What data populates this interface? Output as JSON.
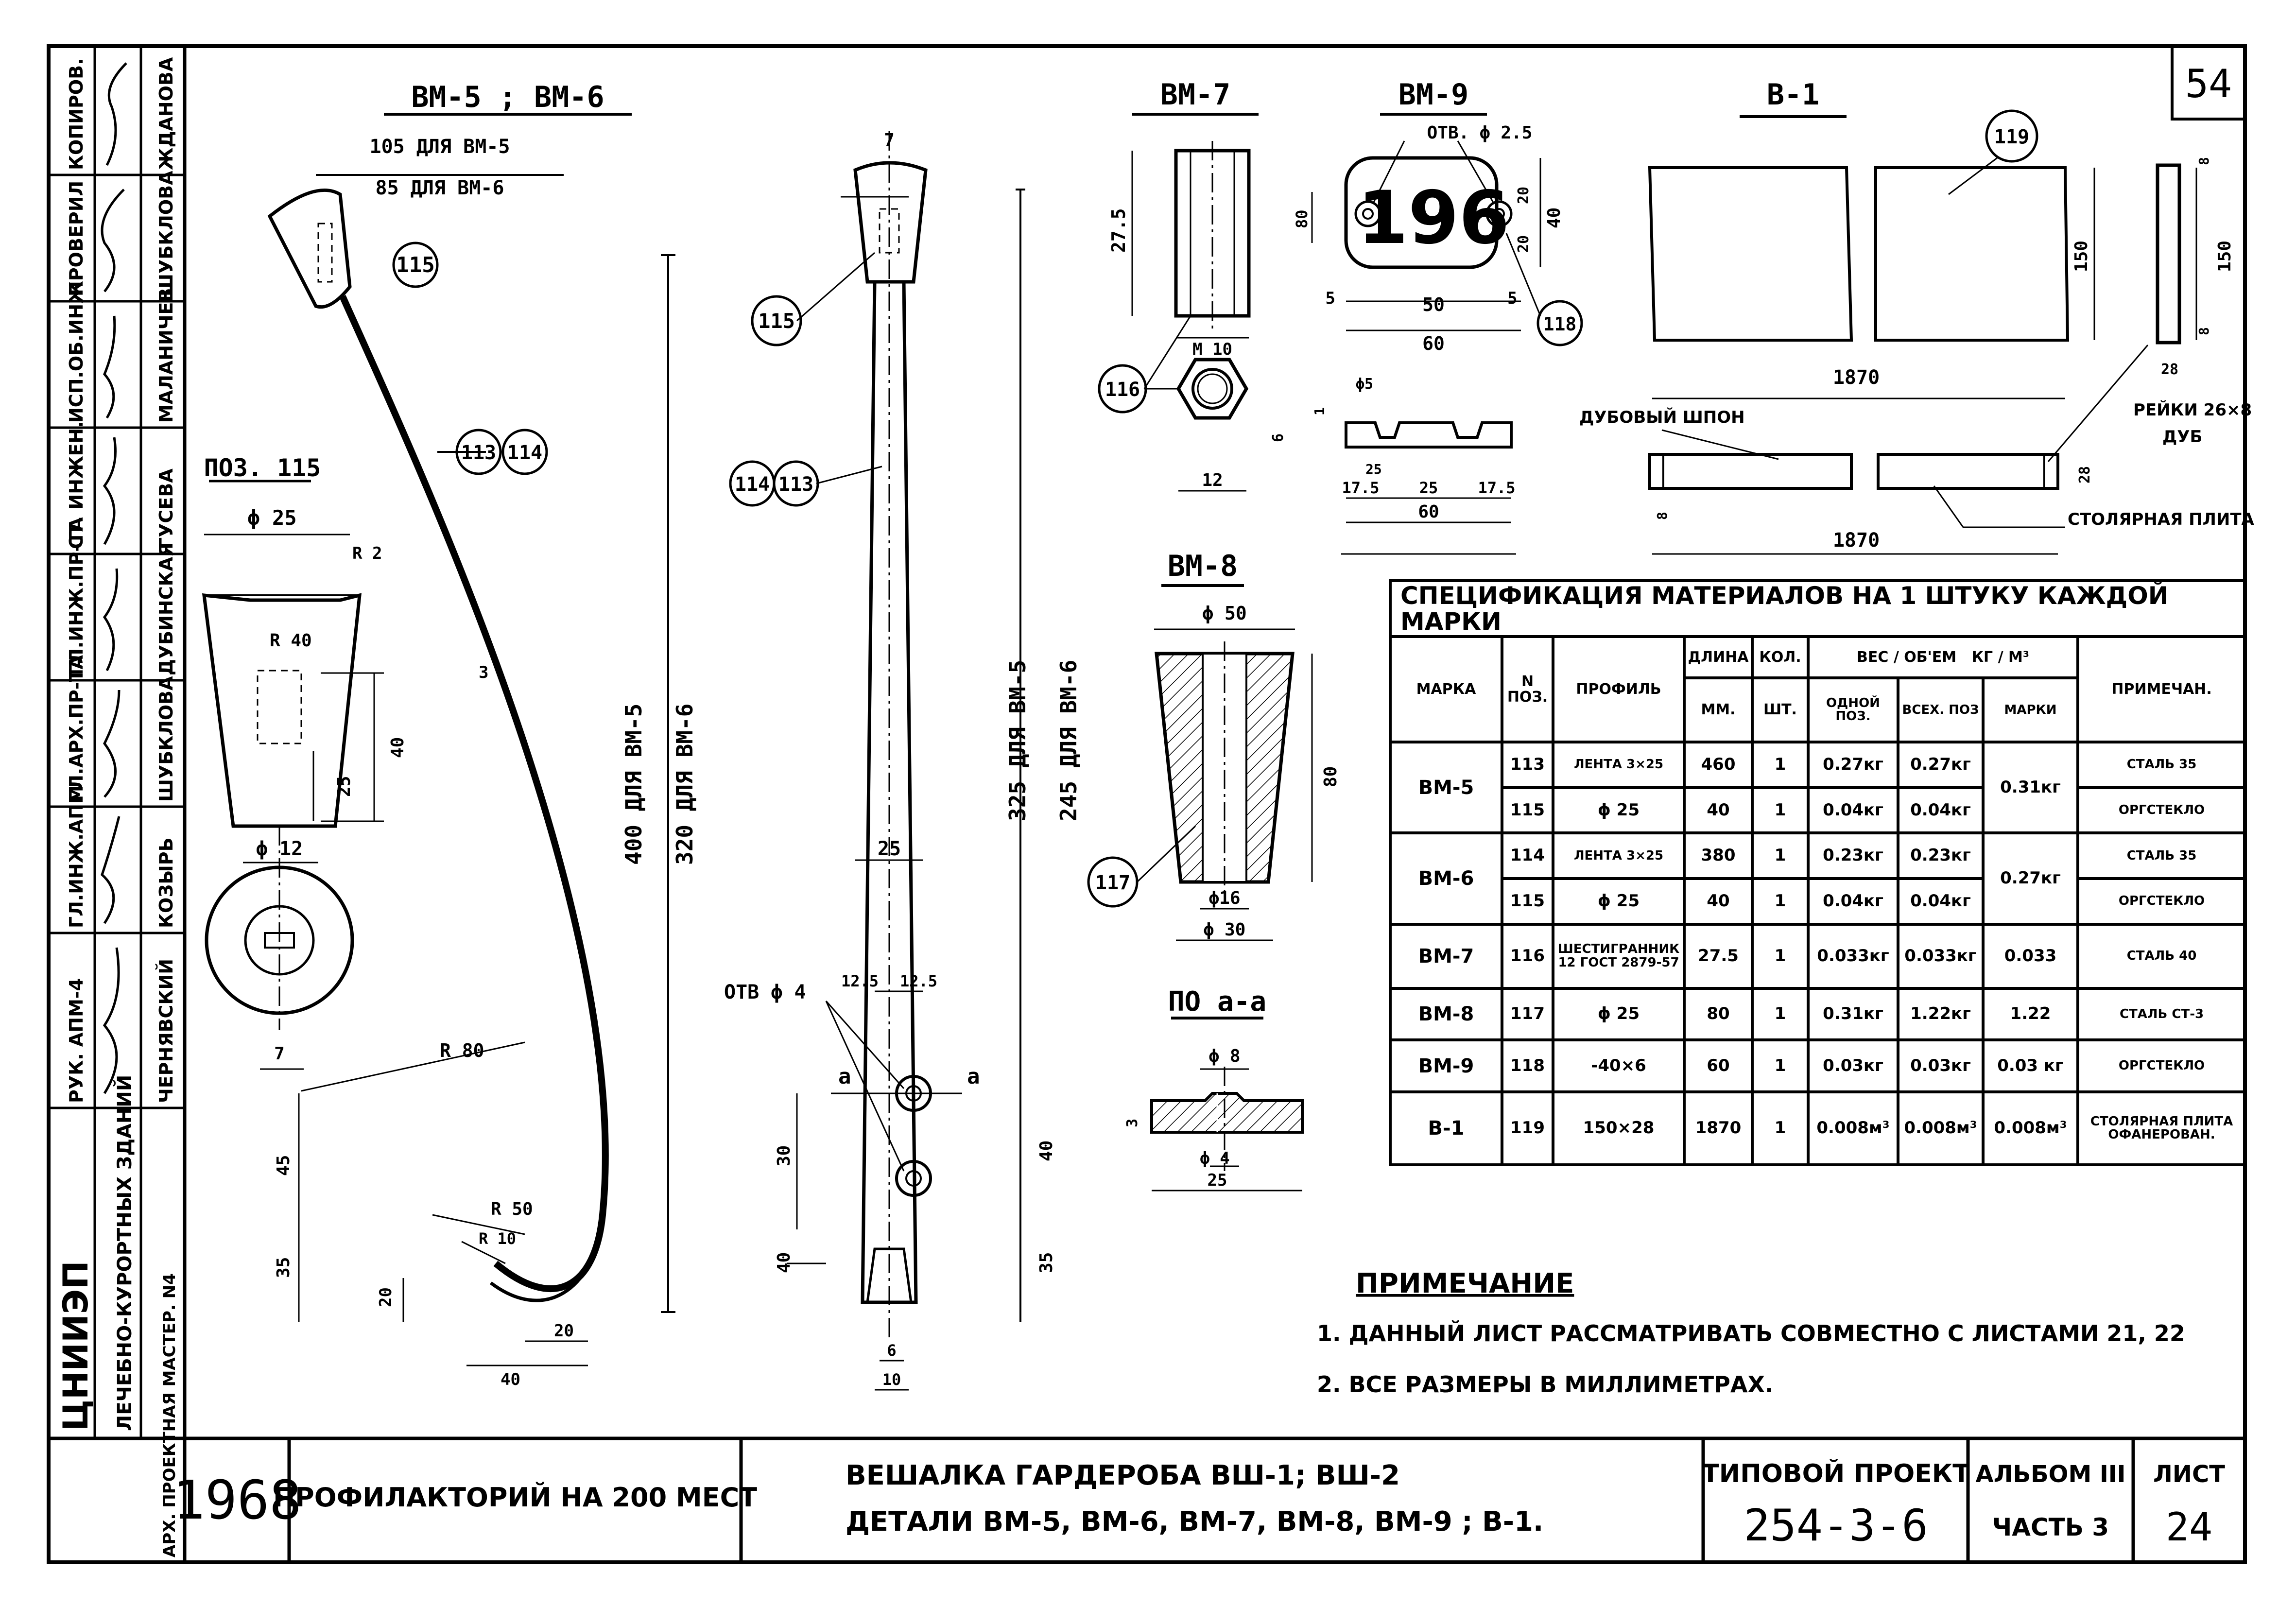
{
  "sheet": {
    "sheet_number_top": "54",
    "title_block": {
      "org_logo": "ЦНИИЭП",
      "org_name": "ЛЕЧЕБНО-КУРОРТНЫХ ЗДАНИЙ",
      "workshop": "АРХ. ПРОЕКТНАЯ МАСТЕР. N4",
      "year": "1968",
      "project": "ПРОФИЛАКТОРИЙ НА 200 МЕСТ",
      "drawing_title_1": "ВЕШАЛКА ГАРДЕРОБА  ВШ-1; ВШ-2",
      "drawing_title_2": "ДЕТАЛИ   ВМ-5, ВМ-6, ВМ-7, ВМ-8, ВМ-9 ; В-1.",
      "typical_project_label": "ТИПОВОЙ ПРОЕКТ",
      "typical_project_number": "254-3-6",
      "album_label": "АЛЬБОМ III",
      "part_label": "ЧАСТЬ 3",
      "sheet_label": "ЛИСТ",
      "sheet_number": "24"
    },
    "signatures": [
      {
        "role": "КОПИРОВ.",
        "name": "ЖДАНОВА"
      },
      {
        "role": "ПРОВЕРИЛ",
        "name": "ШУБКЛОВА"
      },
      {
        "role": "ИСП.ОБ.ИНЖ.",
        "name": "МАЛАНИЧЕВ"
      },
      {
        "role": "СТ. ИНЖЕН.",
        "name": "ГУСЕВА"
      },
      {
        "role": "ГЛ.ИНЖ.ПР-ТА",
        "name": "ДУБИНСКАЯ"
      },
      {
        "role": "ГЛ.АРХ.ПР-ТА",
        "name": "ШУБКЛОВА"
      },
      {
        "role": "ГЛ.ИНЖ.АПМ",
        "name": "КОЗЫРЬ"
      },
      {
        "role": "РУК. АПМ-4",
        "name": "ЧЕРНЯВСКИЙ"
      }
    ],
    "drawings": {
      "vm56": {
        "title": "ВМ-5 ; ВМ-6",
        "dim_105": "105 ДЛЯ ВМ-5",
        "dim_85": "85 ДЛЯ ВМ-6",
        "pos_label": "ПОЗ. 115",
        "dim_phi25": "ϕ 25",
        "dim_r2": "R 2",
        "dim_r40": "R 40",
        "dim_40": "40",
        "dim_25": "25",
        "dim_phi12": "ϕ 12",
        "dim_7": "7",
        "dim_r80": "R 80",
        "dim_r50": "R 50",
        "dim_r10": "R 10",
        "dim_45": "45",
        "dim_35": "35",
        "dim_20a": "20",
        "dim_20b": "20",
        "dim_40b": "40",
        "dim_400": "400  ДЛЯ  ВМ-5",
        "dim_320": "320  ДЛЯ  ВМ-6",
        "dim_3": "3",
        "callout_115": "115",
        "callout_113": "113",
        "callout_114": "114"
      },
      "front": {
        "dim_7": "7",
        "callout_115": "115",
        "callout_114": "114",
        "callout_113": "113",
        "dim_25": "25",
        "dim_125a": "12.5",
        "dim_125b": "12.5",
        "hole_label": "ОТВ ϕ 4",
        "section_mark": "а",
        "dim_325": "325  ДЛЯ  ВМ-5",
        "dim_245": "245  ДЛЯ  ВМ-6",
        "dim_30": "30",
        "dim_40": "40",
        "dim_40b": "40",
        "dim_35": "35",
        "dim_6": "6",
        "dim_10": "10"
      },
      "vm7": {
        "title": "ВМ-7",
        "dim_275": "27.5",
        "dim_m10": "М 10",
        "dim_12": "12",
        "callout_116": "116"
      },
      "vm9": {
        "title": "ВМ-9",
        "hole_label": "ОТВ. ϕ 2.5",
        "number": "196",
        "dim_20a": "20",
        "dim_40": "40",
        "dim_20b": "20",
        "dim_80": "80",
        "dim_5a": "5",
        "dim_50": "50",
        "dim_5b": "5",
        "dim_60": "60",
        "callout_118": "118",
        "sec_phi5": "ϕ5",
        "sec_6": "6",
        "sec_1": "1",
        "sec_25": "25",
        "sec_175a": "17.5",
        "sec_25b": "25",
        "sec_175b": "17.5",
        "sec_60": "60"
      },
      "vm8": {
        "title": "ВМ-8",
        "dim_phi50": "ϕ 50",
        "dim_80": "80",
        "dim_phi16": "ϕ16",
        "dim_phi30": "ϕ 30",
        "callout_117": "117"
      },
      "sec_aa": {
        "title": "ПО  а-а",
        "dim_phi8": "ϕ 8",
        "dim_3": "3",
        "dim_phi4": "ϕ 4",
        "dim_25": "25"
      },
      "b1": {
        "title": "В-1",
        "callout_119": "119",
        "dim_150a": "150",
        "dim_1870a": "1870",
        "dim_150b": "150",
        "dim_8a": "8",
        "dim_8b": "8",
        "dim_28": "28",
        "oak_veneer": "ДУБОВЫЙ ШПОН",
        "slats": "РЕЙКИ 26×8",
        "slats_mat": "ДУБ",
        "plywood": "СТОЛЯРНАЯ ПЛИТА",
        "dim_28b": "28",
        "dim_8c": "8",
        "dim_1870b": "1870"
      }
    },
    "spec_table": {
      "title": "СПЕЦИФИКАЦИЯ МАТЕРИАЛОВ НА 1 ШТУКУ КАЖДОЙ МАРКИ",
      "headers": {
        "mark": "МАРКА",
        "pos": "N ПОЗ.",
        "profile": "ПРОФИЛЬ",
        "length": "ДЛИНА",
        "length_unit": "ММ.",
        "qty": "КОЛ.",
        "qty_unit": "ШТ.",
        "weight": "ВЕС / ОБ'ЕМ",
        "weight_unit": "КГ / М³",
        "one_pos": "ОДНОЙ ПОЗ.",
        "all_pos": "ВСЕХ. ПОЗ",
        "per_mark": "МАРКИ",
        "note": "ПРИМЕЧАН."
      },
      "rows": [
        {
          "mark": "ВМ-5",
          "pos": "113",
          "profile": "ЛЕНТА 3×25",
          "length": "460",
          "qty": "1",
          "one": "0.27кг",
          "all": "0.27кг",
          "per_mark": "0.31кг",
          "note": "СТАЛЬ 35"
        },
        {
          "mark": "",
          "pos": "115",
          "profile": "ϕ 25",
          "length": "40",
          "qty": "1",
          "one": "0.04кг",
          "all": "0.04кг",
          "per_mark": "",
          "note": "ОРГСТЕКЛО"
        },
        {
          "mark": "ВМ-6",
          "pos": "114",
          "profile": "ЛЕНТА 3×25",
          "length": "380",
          "qty": "1",
          "one": "0.23кг",
          "all": "0.23кг",
          "per_mark": "0.27кг",
          "note": "СТАЛЬ 35"
        },
        {
          "mark": "",
          "pos": "115",
          "profile": "ϕ 25",
          "length": "40",
          "qty": "1",
          "one": "0.04кг",
          "all": "0.04кг",
          "per_mark": "",
          "note": "ОРГСТЕКЛО"
        },
        {
          "mark": "ВМ-7",
          "pos": "116",
          "profile": "ШЕСТИГРАННИК 12 ГОСТ 2879-57",
          "length": "27.5",
          "qty": "1",
          "one": "0.033кг",
          "all": "0.033кг",
          "per_mark": "0.033",
          "note": "СТАЛЬ 40"
        },
        {
          "mark": "ВМ-8",
          "pos": "117",
          "profile": "ϕ 25",
          "length": "80",
          "qty": "1",
          "one": "0.31кг",
          "all": "1.22кг",
          "per_mark": "1.22",
          "note": "СТАЛЬ СТ-3"
        },
        {
          "mark": "ВМ-9",
          "pos": "118",
          "profile": "-40×6",
          "length": "60",
          "qty": "1",
          "one": "0.03кг",
          "all": "0.03кг",
          "per_mark": "0.03 кг",
          "note": "ОРГСТЕКЛО"
        },
        {
          "mark": "В-1",
          "pos": "119",
          "profile": "150×28",
          "length": "1870",
          "qty": "1",
          "one": "0.008м³",
          "all": "0.008м³",
          "per_mark": "0.008м³",
          "note": "СТОЛЯРНАЯ ПЛИТА ОФАНЕРОВАН."
        }
      ]
    },
    "notes": {
      "heading": "ПРИМЕЧАНИЕ",
      "items": [
        "1. ДАННЫЙ ЛИСТ РАССМАТРИВАТЬ СОВМЕСТНО С ЛИСТАМИ 21, 22",
        "2. ВСЕ РАЗМЕРЫ В МИЛЛИМЕТРАХ."
      ]
    }
  }
}
